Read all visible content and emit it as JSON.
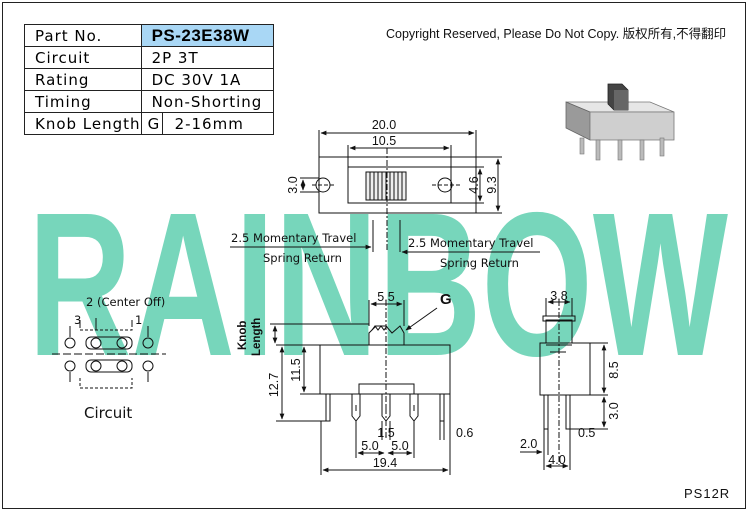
{
  "specs": {
    "part_no_label": "Part No.",
    "part_no": "PS-23E38W",
    "circuit_label": "Circuit",
    "circuit": "2P 3T",
    "rating_label": "Rating",
    "rating": "DC 30V 1A",
    "timing_label": "Timing",
    "timing": "Non-Shorting",
    "knob_label": "Knob Length",
    "knob_code": "G",
    "knob_value": "2-16mm"
  },
  "copyright": "Copyright Reserved, Please Do Not Copy. 版权所有,不得翻印",
  "watermark": "RAINBOW",
  "model_code": "PS12R",
  "top_view": {
    "width": "20.0",
    "inner_width": "10.5",
    "hole_height": "3.0",
    "slot_height": "4.6",
    "body_height": "9.3",
    "travel_left": "2.5 Momentary Travel",
    "travel_right": "2.5 Momentary Travel",
    "spring_return": "Spring Return"
  },
  "circuit_view": {
    "center_label": "2 (Center Off)",
    "pos_left": "3",
    "pos_right": "1",
    "caption": "Circuit"
  },
  "front_view": {
    "knob_width": "5.5",
    "knob_code": "G",
    "knob_length_line1": "Knob",
    "knob_length_line2": "Length",
    "total_height": "12.7",
    "body_height": "11.5",
    "pin_thickness": "0.6",
    "pin_width": "1.5",
    "pitch_left": "5.0",
    "pitch_right": "5.0",
    "total_width": "19.4"
  },
  "side_view": {
    "knob_width": "3.8",
    "body_height": "8.5",
    "pin_length": "3.0",
    "pin_gap": "0.5",
    "pin_offset": "2.0",
    "pin_span": "4.0"
  },
  "colors": {
    "watermark": "#60d0b0",
    "part_no_bg": "#a9d7f5"
  }
}
